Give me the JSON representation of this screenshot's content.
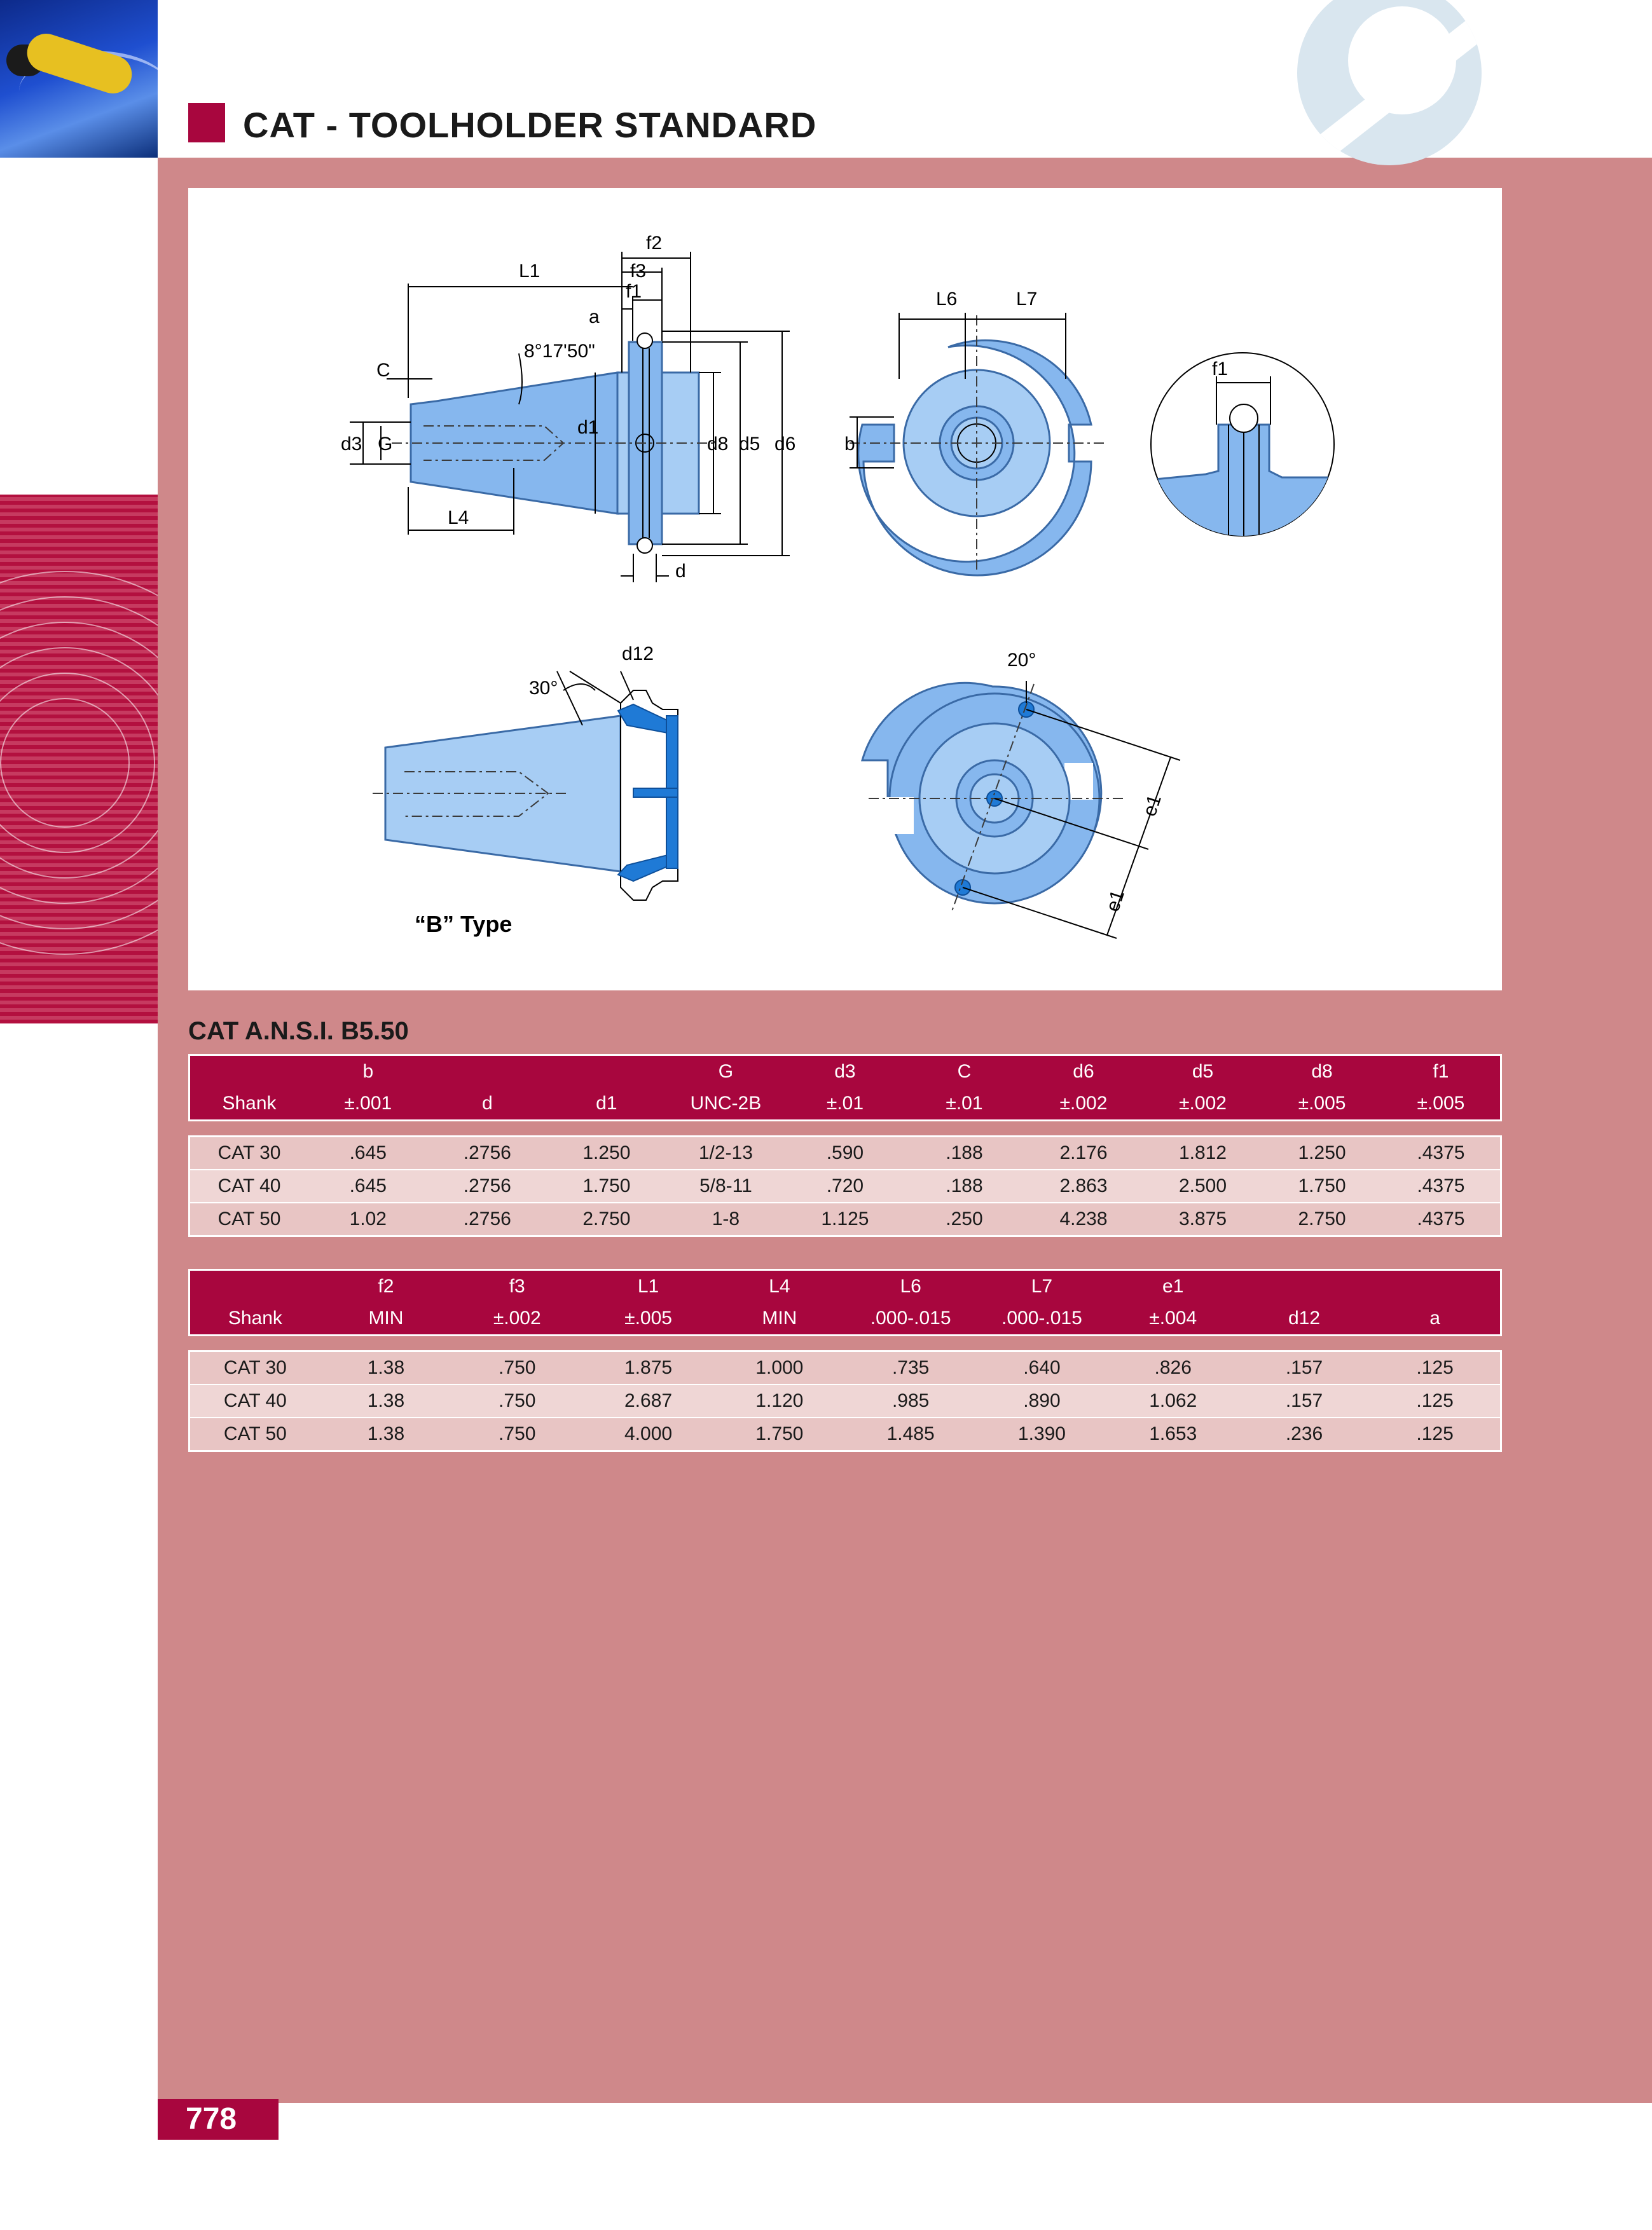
{
  "header": {
    "title": "CAT - TOOLHOLDER STANDARD"
  },
  "drawing": {
    "labels": {
      "f2": "f2",
      "L1": "L1",
      "f3": "f3",
      "f1": "f1",
      "a": "a",
      "angle": "8°17'50\"",
      "C": "C",
      "d1": "d1",
      "d3": "d3",
      "G": "G",
      "d8": "d8",
      "d5": "d5",
      "d6": "d6",
      "L4": "L4",
      "d": "d",
      "L6": "L6",
      "L7": "L7",
      "b": "b",
      "f1_detail": "f1",
      "d12": "d12",
      "angle30": "30°",
      "angle20": "20°",
      "e1_a": "e1",
      "e1_b": "e1"
    },
    "b_type_caption": "“B” Type"
  },
  "section_title": "CAT A.N.S.I. B5.50",
  "table1": {
    "header_top": [
      "",
      "b",
      "",
      "",
      "G",
      "d3",
      "C",
      "d6",
      "d5",
      "d8",
      "f1"
    ],
    "header_bottom": [
      "Shank",
      "±.001",
      "d",
      "d1",
      "UNC-2B",
      "±.01",
      "±.01",
      "±.002",
      "±.002",
      "±.005",
      "±.005"
    ],
    "rows": [
      [
        "CAT 30",
        ".645",
        ".2756",
        "1.250",
        "1/2-13",
        ".590",
        ".188",
        "2.176",
        "1.812",
        "1.250",
        ".4375"
      ],
      [
        "CAT 40",
        ".645",
        ".2756",
        "1.750",
        "5/8-11",
        ".720",
        ".188",
        "2.863",
        "2.500",
        "1.750",
        ".4375"
      ],
      [
        "CAT 50",
        "1.02",
        ".2756",
        "2.750",
        "1-8",
        "1.125",
        ".250",
        "4.238",
        "3.875",
        "2.750",
        ".4375"
      ]
    ]
  },
  "table2": {
    "header_top": [
      "",
      "f2",
      "f3",
      "L1",
      "L4",
      "L6",
      "L7",
      "e1",
      "",
      ""
    ],
    "header_bottom": [
      "Shank",
      "MIN",
      "±.002",
      "±.005",
      "MIN",
      ".000-.015",
      ".000-.015",
      "±.004",
      "d12",
      "a"
    ],
    "rows": [
      [
        "CAT 30",
        "1.38",
        ".750",
        "1.875",
        "1.000",
        ".735",
        ".640",
        ".826",
        ".157",
        ".125"
      ],
      [
        "CAT 40",
        "1.38",
        ".750",
        "2.687",
        "1.120",
        ".985",
        ".890",
        "1.062",
        ".157",
        ".125"
      ],
      [
        "CAT 50",
        "1.38",
        ".750",
        "4.000",
        "1.750",
        "1.485",
        "1.390",
        "1.653",
        ".236",
        ".125"
      ]
    ]
  },
  "page_number": "778",
  "colors": {
    "accent": "#a8063e",
    "background": "#cf888a",
    "row_light": "#efd6d5",
    "row_dark": "#e8c5c4",
    "part_blue": "#86b7ee"
  }
}
